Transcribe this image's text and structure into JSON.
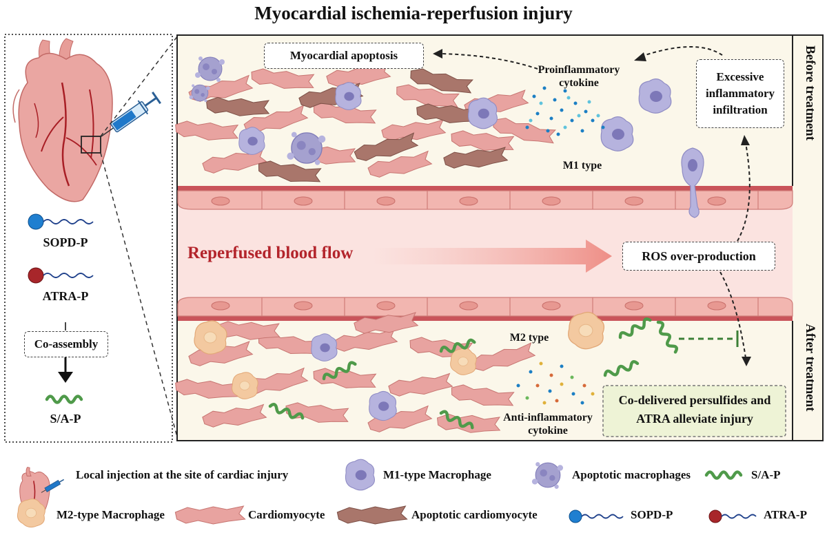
{
  "title": "Myocardial ischemia-reperfusion injury",
  "left_panel": {
    "sopd_label": "SOPD-P",
    "atra_label": "ATRA-P",
    "coassembly_label": "Co-assembly",
    "sap_label": "S/A-P"
  },
  "before": {
    "side_label": "Before treatment",
    "apoptosis_box": "Myocardial apoptosis",
    "proinflammatory_label": "Proinflammatory cytokine",
    "infiltration_box": "Excessive inflammatory infiltration",
    "m1_label": "M1 type"
  },
  "vessel": {
    "flow_label": "Reperfused blood flow",
    "ros_box": "ROS over-production"
  },
  "after": {
    "side_label": "After treatment",
    "m2_label": "M2 type",
    "antiinflammatory_label": "Anti-inflammatory cytokine",
    "result_box": "Co-delivered persulfides and ATRA alleviate injury"
  },
  "legend": {
    "injection": "Local injection at the site of cardiac injury",
    "m1": "M1-type Macrophage",
    "apoptotic_macrophages": "Apoptotic macrophages",
    "sap": "S/A-P",
    "m2": "M2-type Macrophage",
    "cardiomyocyte": "Cardiomyocyte",
    "apoptotic_cardiomyocyte": "Apoptotic cardiomyocyte",
    "sopd": "SOPD-P",
    "atra": "ATRA-P"
  },
  "colors": {
    "cardiomyocyte": "#e8a3a0",
    "apoptotic_cardiomyocyte": "#a9766b",
    "m1_macrophage": "#b6b3de",
    "m2_macrophage": "#f3c9a0",
    "sap": "#4f9a4a",
    "sopd_bead": "#1f7fd0",
    "atra_bead": "#a8262a",
    "vessel_wall": "#c9545a",
    "background_before": "#fbf7ea",
    "background_after": "#fbf7ea"
  }
}
